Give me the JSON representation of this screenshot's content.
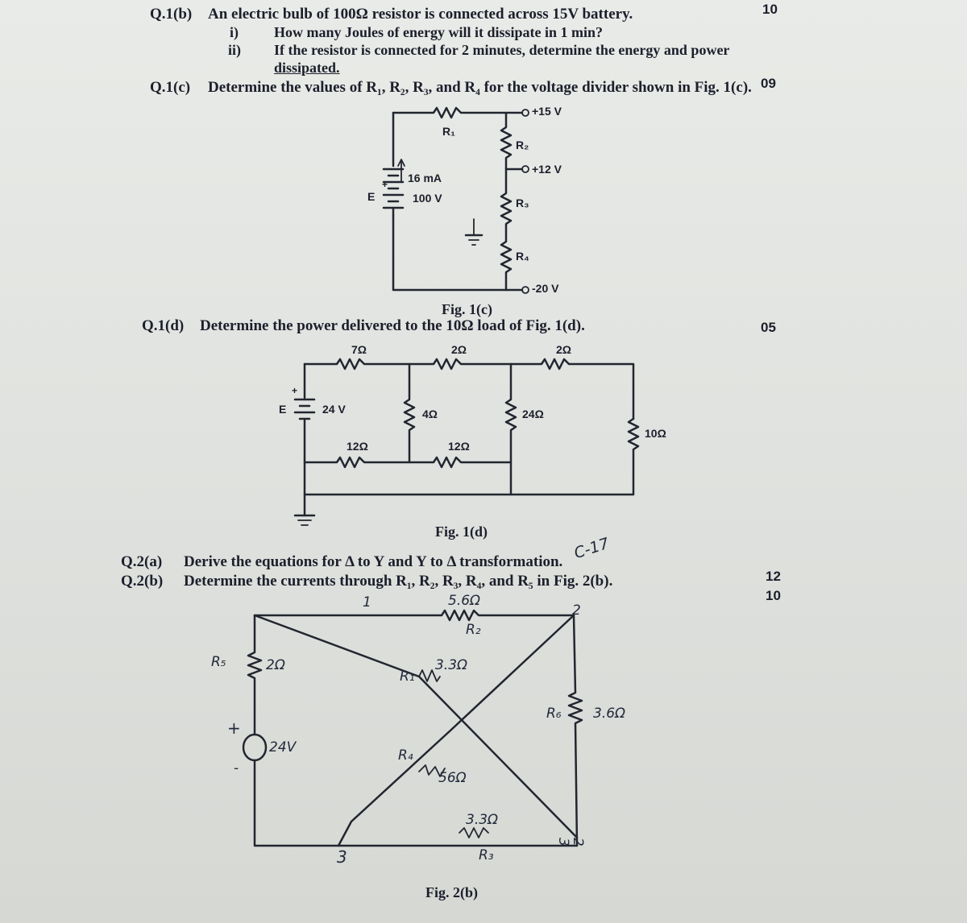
{
  "q1b": {
    "number": "Q.1(b)",
    "text": "An electric bulb of 100Ω resistor is connected across 15V battery.",
    "i_num": "i)",
    "i_text": "How many Joules of energy will it dissipate in 1 min?",
    "ii_num": "ii)",
    "ii_text": "If the resistor is connected for 2 minutes, determine the energy and power",
    "ii_text2": "dissipated.",
    "marks": "10"
  },
  "q1c": {
    "number": "Q.1(c)",
    "text": "Determine the values of R₁, R₂, R₃, and R₄ for the voltage divider shown in Fig. 1(c).",
    "marks": "09",
    "fig": {
      "v_top": "+15 V",
      "v_mid": "+12 V",
      "v_bot": "-20 V",
      "r1": "R₁",
      "r2": "R₂",
      "r3": "R₃",
      "r4": "R₄",
      "current": "16 mA",
      "source_v": "100 V",
      "source_label": "E",
      "plus": "+",
      "caption": "Fig. 1(c)"
    }
  },
  "q1d": {
    "number": "Q.1(d)",
    "text": "Determine the power delivered to the 10Ω load of Fig. 1(d).",
    "marks": "05",
    "fig": {
      "r_top1": "7Ω",
      "r_top2": "2Ω",
      "r_top3": "2Ω",
      "source_v": "24 V",
      "source_label": "E",
      "plus": "+",
      "r_v1": "4Ω",
      "r_v2": "24Ω",
      "r_load": "10Ω",
      "r_bot1": "12Ω",
      "r_bot2": "12Ω",
      "caption": "Fig. 1(d)"
    }
  },
  "q2a": {
    "number": "Q.2(a)",
    "text": "Derive the equations for Δ to Y and Y to Δ transformation.",
    "marks": "12",
    "note": "C-17"
  },
  "q2b": {
    "number": "Q.2(b)",
    "text": "Determine the currents through R₁, R₂, R₃, R₄, and R₅ in Fig. 2(b).",
    "marks": "10",
    "fig": {
      "node1": "1",
      "node2": "2",
      "node3": "3",
      "node23": "2\n3",
      "r2_val": "5.6Ω",
      "r2": "R₂",
      "r5": "R₅",
      "r5_val": "2Ω",
      "r1": "R₁",
      "r1_val": "3.3Ω",
      "r6": "R₆",
      "r6_val": "3.6Ω",
      "src_v": "24V",
      "src_plus": "+",
      "src_minus": "-",
      "r4": "R₄",
      "r4_val": "56Ω",
      "r3_val": "3.3Ω",
      "r3": "R₃",
      "caption": "Fig. 2(b)"
    }
  }
}
